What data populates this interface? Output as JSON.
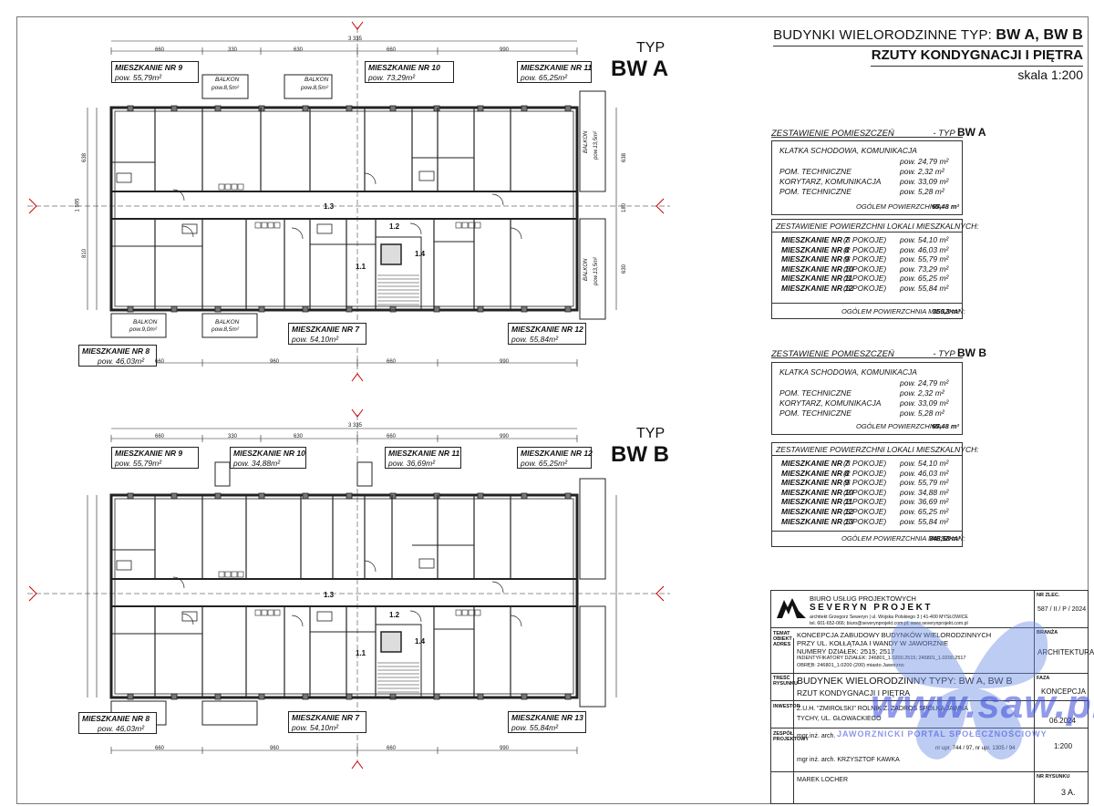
{
  "header": {
    "line1_prefix": "BUDYNKI WIELORODZINNE TYP: ",
    "line1_bold": "BW A, BW B",
    "line2": "RZUTY KONDYGNACJI  I PIĘTRA",
    "line3": "skala 1:200"
  },
  "plan_a": {
    "typ": "TYP",
    "name": "BW A",
    "total_dim": "3 335",
    "top_dims": [
      "660",
      "330",
      "630",
      "660",
      "990"
    ],
    "bottom_dims": [
      "660",
      "960",
      "660",
      "990"
    ],
    "left_dims": [
      "638",
      "1 595",
      "810"
    ],
    "right_dims": [
      "638",
      "180",
      "630"
    ],
    "apartments_top": [
      {
        "label": "MIESZKANIE NR 9",
        "area": "pow. 55,79m²"
      },
      {
        "label": "MIESZKANIE NR 10",
        "area": "pow. 73,29m²"
      },
      {
        "label": "MIESZKANIE NR 11",
        "area": "pow. 65,25m²"
      }
    ],
    "apartments_bottom": [
      {
        "label": "MIESZKANIE NR 8",
        "area": "pow. 46,03m²"
      },
      {
        "label": "MIESZKANIE NR 7",
        "area": "pow. 54,10m²"
      },
      {
        "label": "MIESZKANIE NR 12",
        "area": "pow. 55,84m²"
      }
    ],
    "balconies": [
      {
        "label": "BALKON",
        "area": "pow.8,5m²"
      },
      {
        "label": "BALKON",
        "area": "pow.8,5m²"
      },
      {
        "label": "BALKON",
        "area": "pow.9,0m²"
      },
      {
        "label": "BALKON",
        "area": "pow.8,5m²"
      },
      {
        "label": "BALKON",
        "area": "pow.13,5m²"
      },
      {
        "label": "BALKON",
        "area": "pow.13,5m²"
      }
    ],
    "rooms": [
      "1.3",
      "1.2",
      "1.1",
      "1.4"
    ]
  },
  "plan_b": {
    "typ": "TYP",
    "name": "BW B",
    "total_dim": "3 335",
    "top_dims": [
      "660",
      "330",
      "630",
      "660",
      "990"
    ],
    "bottom_dims": [
      "660",
      "960",
      "660",
      "990"
    ],
    "apartments_top": [
      {
        "label": "MIESZKANIE NR 9",
        "area": "pow. 55,79m²"
      },
      {
        "label": "MIESZKANIE NR 10",
        "area": "pow. 34,88m²"
      },
      {
        "label": "MIESZKANIE NR 11",
        "area": "pow. 36,69m²"
      },
      {
        "label": "MIESZKANIE NR 12",
        "area": "pow. 65,25m²"
      }
    ],
    "apartments_bottom": [
      {
        "label": "MIESZKANIE NR 8",
        "area": "pow. 46,03m²"
      },
      {
        "label": "MIESZKANIE NR 7",
        "area": "pow. 54,10m²"
      },
      {
        "label": "MIESZKANIE NR 13",
        "area": "pow. 55,84m²"
      }
    ],
    "rooms": [
      "1.3",
      "1.2",
      "1.1",
      "1.4"
    ]
  },
  "table_a": {
    "title": "ZESTAWIENIE POMIESZCZEŃ",
    "typ_prefix": "- TYP",
    "typ": "BW A",
    "common": [
      {
        "name": "KLATKA SCHODOWA, KOMUNIKACJA",
        "area": "pow. 24,79 m²"
      },
      {
        "name": "POM. TECHNICZNE",
        "area": "pow. 2,32 m²"
      },
      {
        "name": "KORYTARZ, KOMUNIKACJA",
        "area": "pow. 33,09 m²"
      },
      {
        "name": "POM. TECHNICZNE",
        "area": "pow. 5,28 m²"
      }
    ],
    "common_total_label": "OGÓLEM POWIERZCHNIA:",
    "common_total": "65,48 m²",
    "apt_title": "ZESTAWIENIE POWIERZCHNI LOKALI MIESZKALNYCH:",
    "apartments": [
      {
        "name": "MIESZKANIE NR 7",
        "rooms": "(3 POKOJE)",
        "area": "pow. 54,10 m²"
      },
      {
        "name": "MIESZKANIE NR 8",
        "rooms": "(2 POKOJE)",
        "area": "pow. 46,03 m²"
      },
      {
        "name": "MIESZKANIE NR 9",
        "rooms": "(3 POKOJE)",
        "area": "pow. 55,79 m²"
      },
      {
        "name": "MIESZKANIE NR 10",
        "rooms": "(3 POKOJE)",
        "area": "pow. 73,29 m²"
      },
      {
        "name": "MIESZKANIE NR 11",
        "rooms": "(3 POKOJE)",
        "area": "pow. 65,25 m²"
      },
      {
        "name": "MIESZKANIE NR 12",
        "rooms": "(3 POKOJE)",
        "area": "pow. 55,84 m²"
      }
    ],
    "apt_total_label": "OGÓLEM POWIERZCHNIA MIESZKAŃ:",
    "apt_total": "350,3 m²"
  },
  "table_b": {
    "title": "ZESTAWIENIE POMIESZCZEŃ",
    "typ_prefix": "- TYP",
    "typ": "BW B",
    "common": [
      {
        "name": "KLATKA SCHODOWA, KOMUNIKACJA",
        "area": "pow. 24,79 m²"
      },
      {
        "name": "POM. TECHNICZNE",
        "area": "pow. 2,32 m²"
      },
      {
        "name": "KORYTARZ, KOMUNIKACJA",
        "area": "pow. 33,09 m²"
      },
      {
        "name": "POM. TECHNICZNE",
        "area": "pow. 5,28 m²"
      }
    ],
    "common_total_label": "OGÓLEM POWIERZCHNIA:",
    "common_total": "65,48 m²",
    "apt_title": "ZESTAWIENIE POWIERZCHNI LOKALI MIESZKALNYCH:",
    "apartments": [
      {
        "name": "MIESZKANIE NR 7",
        "rooms": "(3 POKOJE)",
        "area": "pow. 54,10 m²"
      },
      {
        "name": "MIESZKANIE NR 8",
        "rooms": "(2 POKOJE)",
        "area": "pow. 46,03 m²"
      },
      {
        "name": "MIESZKANIE NR 9",
        "rooms": "(3 POKOJE)",
        "area": "pow. 55,79 m²"
      },
      {
        "name": "MIESZKANIE NR 10",
        "rooms": "(2 POKOJE)",
        "area": "pow. 34,88 m²"
      },
      {
        "name": "MIESZKANIE NR 11",
        "rooms": "(2 POKOJE)",
        "area": "pow. 36,69 m²"
      },
      {
        "name": "MIESZKANIE NR 12",
        "rooms": "(3 POKOJE)",
        "area": "pow. 65,25 m²"
      },
      {
        "name": "MIESZKANIE NR 13",
        "rooms": "(3 POKOJE)",
        "area": "pow. 55,84 m²"
      }
    ],
    "apt_total_label": "OGÓLEM POWIERZCHNIA MIESZKAŃ:",
    "apt_total": "348,58 m²"
  },
  "title_block": {
    "office": "BIURO USŁUG PROJEKTOWYCH",
    "company": "SEVERYN PROJEKT",
    "architect": "architekt Grzegorz Seweryn  |  ul. Wojska Polskiego 3  |  41-400 MYSŁOWICE",
    "contact": "tel. 601-652-066; biuro@severynprojekt.com.pl;  www.severynprojekt.com.pl",
    "nr_zlec_label": "NR ZLEC.",
    "nr_zlec": "587 / II / P / 2024",
    "temat_label": "TEMAT OBIEKT ADRES",
    "temat": [
      "KONCEPCJA ZABUDOWY BUDYNKÓW WIELORODZINNYCH",
      "PRZY UL. KOŁŁĄTAJA I WANDY W JAWORZNIE",
      "NUMERY DZIAŁEK: 2515; 2517",
      "INDENTYFIKATORY DZIAŁEK: 246801_1.0200.2515; 246801_1.0200.2517",
      "OBRĘB: 246801_1.0200 (200) miasto Jaworzno"
    ],
    "branza_label": "BRANŻA",
    "branza": "ARCHITEKTURA",
    "tresc_label": "TREŚĆ RYSUNKU",
    "tresc_1": "BUDYNEK WIELORODZINNY TYPY: BW A, BW B",
    "tresc_2": "RZUT KONDYGNACJI  I PIĘTRA",
    "faza_label": "FAZA",
    "faza": "KONCEPCJA",
    "inwestor_label": "INWESTOR",
    "inwestor_1": "Z.U.H. \"ZMIROŁSKI\" ROLNIK Z. ZADROS SPÓŁKA JAWNA",
    "inwestor_2": "TYCHY, UL. GŁOWACKIEGO",
    "data": "06.2024",
    "zespol_label": "ZESPÓŁ PROJEKTOWY",
    "zespol_1": "mgr inż. arch.",
    "upr_1": "nr upr. 744 / 97,  nr upr. 1305 / 94",
    "zespol_2": "mgr inż. arch. KRZYSZTOF KAWKA",
    "zespol_3": "MAREK LOCHER",
    "skala": "1:200",
    "nr_rys_label": "NR RYSUNKU",
    "nr_rys": "3 A."
  },
  "watermark": {
    "main": "www.saw.pl",
    "sub": "JAWORZNICKI PORTAL SPOŁECZNOŚCIOWY"
  }
}
